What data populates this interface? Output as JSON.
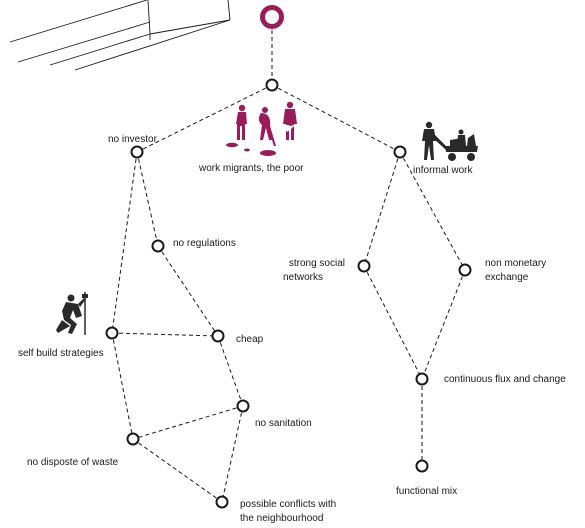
{
  "colors": {
    "accent": "#9b1b5a",
    "ink": "#1a1a1a",
    "figure": "#2a2a2a"
  },
  "labels": {
    "no_investor": "no investor",
    "work_migrants": "work migrants, the poor",
    "informal_work": "informal work",
    "no_regulations": "no regulations",
    "strong_social": "strong social",
    "networks": "networks",
    "non_monetary": "non monetary",
    "exchange": "exchange",
    "cheap": "cheap",
    "self_build": "self build strategies",
    "continuous_flux": "continuous flux and change",
    "no_sanitation": "no sanitation",
    "no_disposte": "no disposte of waste",
    "functional_mix": "functional mix",
    "possible_conflicts_1": "possible conflicts with",
    "possible_conflicts_2": "the neighbourhood"
  },
  "icons": {
    "top_node": "ring-node-icon",
    "migrants": "migrant-figures-icon",
    "informal_work": "worker-with-cart-icon",
    "self_build": "crouching-builder-icon"
  }
}
